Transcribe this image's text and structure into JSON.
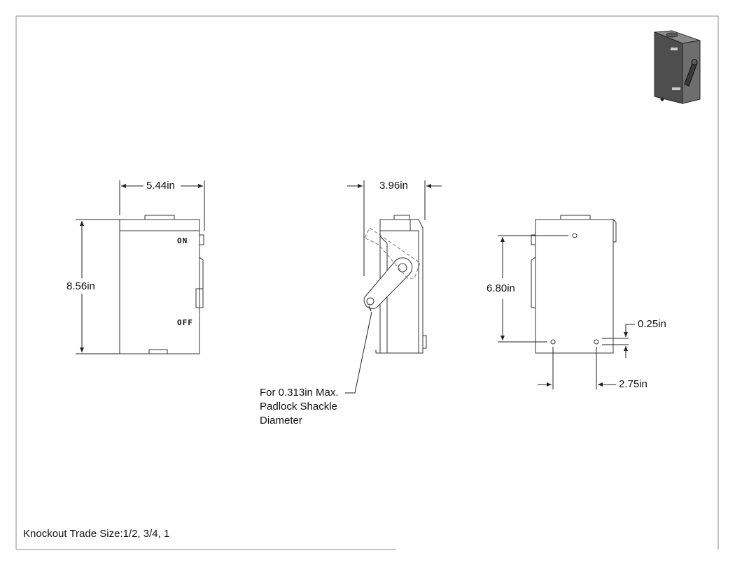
{
  "dimensions": {
    "front_width": "5.44in",
    "front_height": "8.56in",
    "side_depth": "3.96in",
    "rear_mount_height": "6.80in",
    "rear_hole_offset": "0.25in",
    "rear_hole_spacing": "2.75in"
  },
  "markings": {
    "on": "ON",
    "off": "OFF"
  },
  "padlock_note": {
    "line1": "For 0.313in Max.",
    "line2": "Padlock Shackle",
    "line3": "Diameter"
  },
  "knockout_note": "Knockout Trade Size:1/2, 3/4, 1",
  "colors": {
    "line": "#333333",
    "enclosure_3d": "#5a5a5a"
  }
}
